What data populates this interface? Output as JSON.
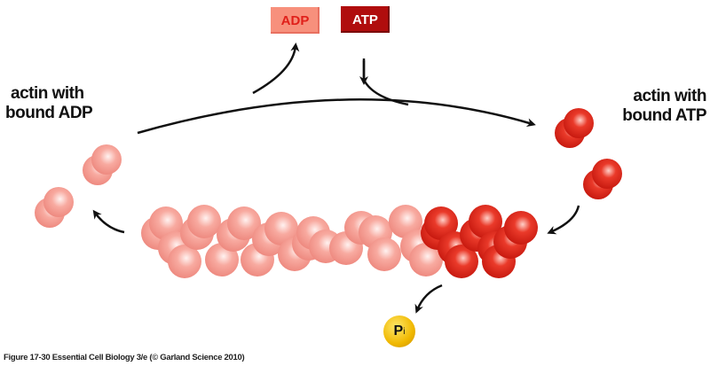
{
  "labels": {
    "adp_box": "ADP",
    "atp_box": "ATP",
    "left_label_line1": "actin with",
    "left_label_line2": "bound ADP",
    "right_label_line1": "actin with",
    "right_label_line2": "bound ATP",
    "phosphate": "P",
    "phosphate_sub": "i",
    "caption": "Figure 17-30  Essential Cell Biology 3/e (© Garland Science 2010)"
  },
  "colors": {
    "adp_box_bg": "#f7907c",
    "adp_box_text": "#e0201a",
    "atp_box_bg": "#b00d0d",
    "atp_box_text": "#ffffff",
    "adp_actin": "#f7a49a",
    "atp_actin": "#e2281c",
    "phosphate": "#f2c200"
  }
}
